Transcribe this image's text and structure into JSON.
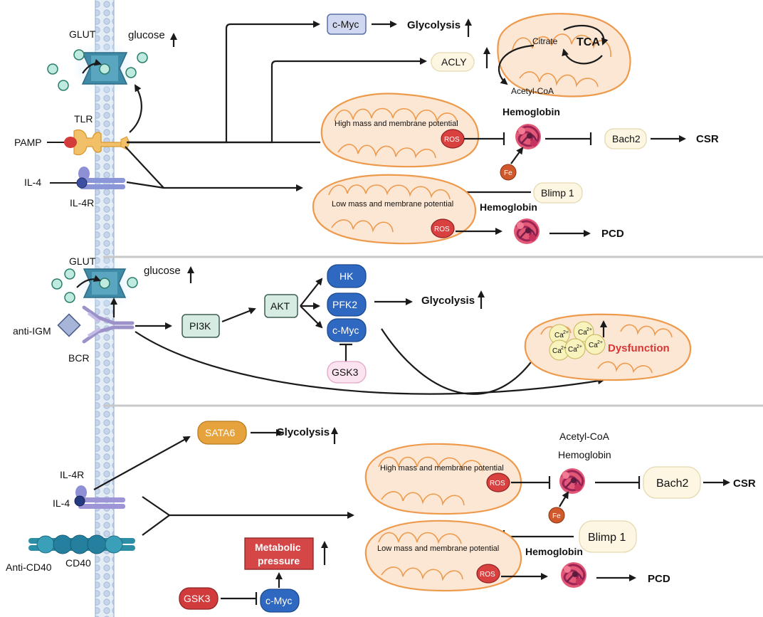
{
  "section1": {
    "glut": "GLUT",
    "glucose": "glucose",
    "tlr": "TLR",
    "pamp": "PAMP",
    "il4": "IL-4",
    "il4r": "IL-4R",
    "cmyc": "c-Myc",
    "glycolysis": "Glycolysis",
    "acly": "ACLY",
    "citrate": "Citrate",
    "tca": "TCA",
    "acetyl_coa": "Acetyl-CoA",
    "high_mass": "High mass and membrane potential",
    "ros_top": "ROS",
    "hemoglobin_top": "Hemoglobin",
    "fe": "Fe",
    "bach2": "Bach2",
    "csr": "CSR",
    "blimp": "Blimp 1",
    "low_mass": "Low mass and membrane potential",
    "hemoglobin_bottom": "Hemoglobin",
    "ros_bottom": "ROS",
    "pcd": "PCD"
  },
  "section2": {
    "glut": "GLUT",
    "glucose": "glucose",
    "anti_igm": "anti-IGM",
    "bcr": "BCR",
    "pi3k": "PI3K",
    "akt": "AKT",
    "hk": "HK",
    "pfk2": "PFK2",
    "cmyc": "c-Myc",
    "gsk3": "GSK3",
    "glycolysis": "Glycolysis",
    "ca": "Ca",
    "ca_sup": "2+",
    "dysfunction": "Dysfunction"
  },
  "section3": {
    "sata6": "SATA6",
    "glycolysis": "Glycolysis",
    "il4r": "IL-4R",
    "il4": "IL-4",
    "anti_cd40": "Anti-CD40",
    "cd40": "CD40",
    "metabolic_line1": "Metabolic",
    "metabolic_line2": "pressure",
    "gsk3": "GSK3",
    "cmyc": "c-Myc",
    "acetyl_coa": "Acetyl-CoA",
    "hemoglobin_top": "Hemoglobin",
    "high_mass": "High mass and membrane potential",
    "ros_top": "ROS",
    "fe": "Fe",
    "bach2": "Bach2",
    "csr": "CSR",
    "blimp": "Blimp 1",
    "low_mass": "Low mass and membrane potential",
    "hemoglobin_bottom": "Hemoglobin",
    "ros_bottom": "ROS",
    "pcd": "PCD"
  },
  "colors": {
    "membrane": "#c9d8ec",
    "mito_fill": "#fce7d4",
    "mito_stroke": "#ee9a4d",
    "ros": "#d94040",
    "fe": "#d0582a",
    "protein_blue": "#3a6fc4",
    "label_bg": "#fdf6e3",
    "gsk3_red": "#d13b3b",
    "sata6": "#e6a23c"
  }
}
